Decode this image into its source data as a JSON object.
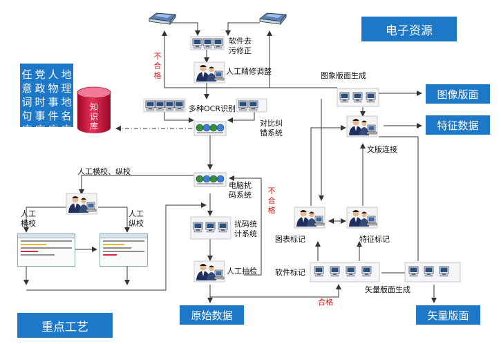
{
  "sections": {
    "resources_title": "电子资源",
    "process_title": "重点工艺"
  },
  "keyword_libraries": [
    {
      "chars": [
        "任",
        "意",
        "词",
        "句",
        "库"
      ]
    },
    {
      "chars": [
        "党",
        "政",
        "时",
        "事",
        "库"
      ]
    },
    {
      "chars": [
        "人",
        "物",
        "事",
        "件",
        "库"
      ]
    },
    {
      "chars": [
        "地",
        "理",
        "地",
        "名",
        "库"
      ]
    }
  ],
  "knowledge_base": {
    "line1": "知",
    "line2": "识",
    "line3": "库"
  },
  "labels": {
    "deskew": {
      "line1": "软件去",
      "line2": "污修正"
    },
    "manual_fine_tune": "人工精修调整",
    "unqualified_top": {
      "c1": "不",
      "c2": "合",
      "c3": "格"
    },
    "multi_ocr": "多种OCR识别",
    "cross_check": {
      "line1": "对比纠",
      "line2": "错系统"
    },
    "manual_proofread": "人工横校、纵校",
    "computer_code": {
      "line1": "电脑扰",
      "line2": "码系统"
    },
    "unqualified_mid": {
      "c1": "不",
      "c2": "合",
      "c3": "格"
    },
    "horizontal_check": {
      "line1": "人工",
      "line2": "横校"
    },
    "vertical_check": {
      "line1": "人工",
      "line2": "纵校"
    },
    "code_stats": {
      "line1": "扰码统",
      "line2": "计系统"
    },
    "manual_sampling": "人工抽检",
    "image_layout_gen": "图象版面生成",
    "layout_link": "文版连接",
    "chart_mark": "图表标记",
    "feature_mark": "特征标记",
    "software_mark": "软件标记",
    "vector_layout_gen": "矢量版面生成",
    "qualified": "合格"
  },
  "outputs": {
    "image_layout": "图像版面",
    "feature_data": "特征数据",
    "raw_data": "原始数据",
    "vector_layout": "矢量版面"
  },
  "colors": {
    "box_blue": "#1e78c8",
    "alert_red": "#d81b1b",
    "db_red": "#d0103a",
    "line_gray": "#555555"
  },
  "icons": [
    "scanner-icon",
    "computer-group-icon",
    "operator-workstation-icon",
    "network-hub-icon",
    "database-icon",
    "document-screen-icon"
  ]
}
